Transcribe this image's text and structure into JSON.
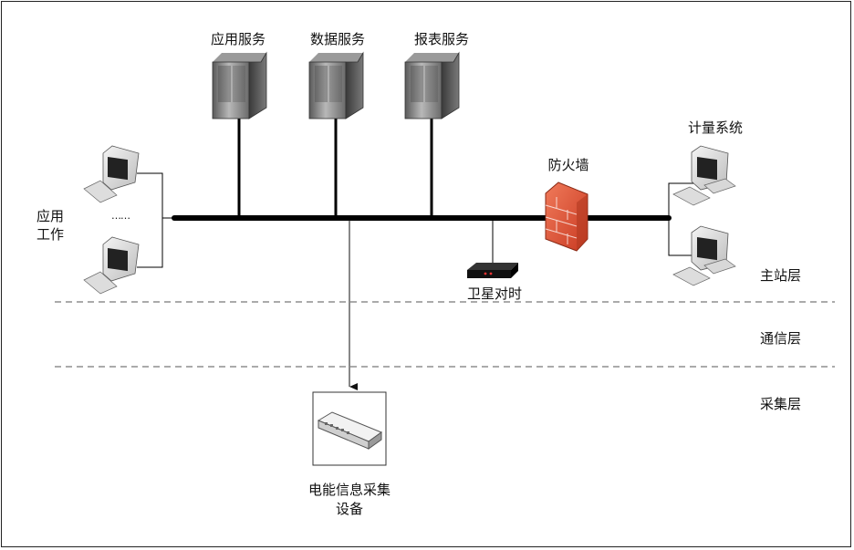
{
  "servers": {
    "app_label": "应用服务",
    "data_label": "数据服务",
    "report_label": "报表服务"
  },
  "workstations": {
    "label_line1": "应用",
    "label_line2": "工作",
    "ellipsis": "……"
  },
  "firewall": {
    "label": "防火墙"
  },
  "metering": {
    "label": "计量系统"
  },
  "satellite": {
    "label": "卫星对时"
  },
  "layers": {
    "master": "主站层",
    "comm": "通信层",
    "collect": "采集层"
  },
  "device": {
    "label_line1": "电能信息采集",
    "label_line2": "设备"
  },
  "colors": {
    "bus": "#000000",
    "firewall": "#e0553a",
    "server": "#8a8a8a",
    "dashed": "#777777"
  }
}
